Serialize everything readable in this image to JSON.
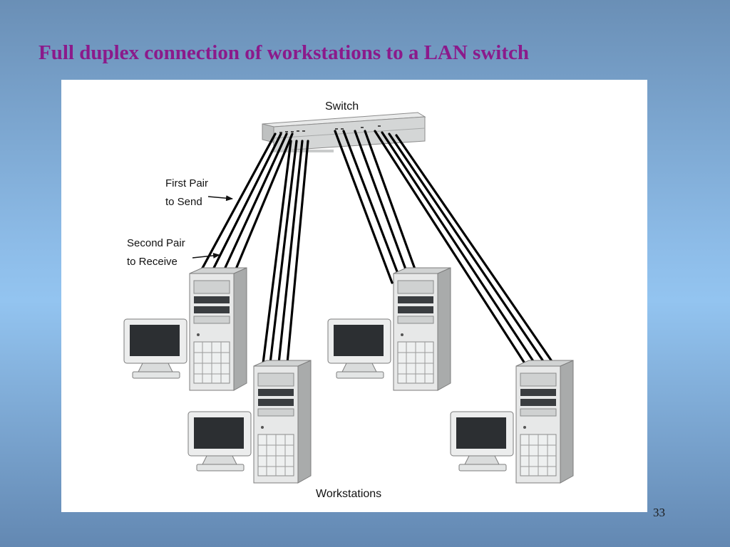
{
  "slide": {
    "title": "Full duplex connection of workstations to a LAN switch",
    "page_number": "33"
  },
  "diagram": {
    "switch_label": "Switch",
    "workstations_label": "Workstations",
    "annotations": [
      {
        "line1": "First Pair",
        "line2": "to Send"
      },
      {
        "line1": "Second Pair",
        "line2": "to Receive"
      }
    ],
    "workstation_count": 4,
    "wire_pairs_per_workstation": 2
  }
}
